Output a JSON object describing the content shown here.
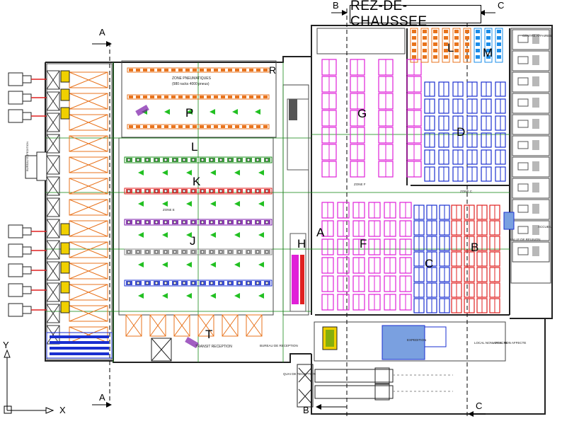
{
  "title": "REZ-DE-CHAUSSEE",
  "section_marks": {
    "a": "A",
    "b": "B",
    "c": "C"
  },
  "zone_letters": {
    "A": "A",
    "B": "B",
    "C": "C",
    "D": "D",
    "F": "F",
    "G": "G",
    "H": "H",
    "J": "J",
    "K": "K",
    "L1": "L",
    "L2": "L",
    "M": "M",
    "P": "P",
    "R": "R",
    "T": "T"
  },
  "axes": {
    "x": "X",
    "y": "Y"
  },
  "labels": {
    "zone_pneumatiques": "ZONE PNEUMATIQUES",
    "pneus_capacity": "(980 racks 4000 pneus)",
    "transit_reception": "TRANSIT RECEPTION",
    "bureau_reception": "BUREAU DE RECEPTION",
    "quai_reception": "QUAI DE RECEPTION",
    "salle_de_reunion": "SALLE DE REUNION",
    "accueil": "ACCUEIL",
    "local_non_affecte_1": "LOCAL NON AFFECTE",
    "local_non_affecte_2": "LOCAL NON AFFECTE",
    "bureau_expedition": "BUREAU EXPEDITION",
    "expedition": "EXPEDITION",
    "centre_affaires": "CENTRE AFFAIRES",
    "zone_f": "ZONE F",
    "zone_e": "ZONE E",
    "zone_c": "ZONE C"
  },
  "colors": {
    "wall": "#222222",
    "grid": "#1a8c1a",
    "orange": "#e8731c",
    "magenta": "#e020d8",
    "blue": "#1a2fd0",
    "red": "#e02020",
    "yellow": "#f0d000",
    "green_dot": "#22c022",
    "purple": "#7a1aa8",
    "light_blue": "#7aa0e0",
    "gray": "#888888",
    "cyan": "#1a8ce8"
  }
}
